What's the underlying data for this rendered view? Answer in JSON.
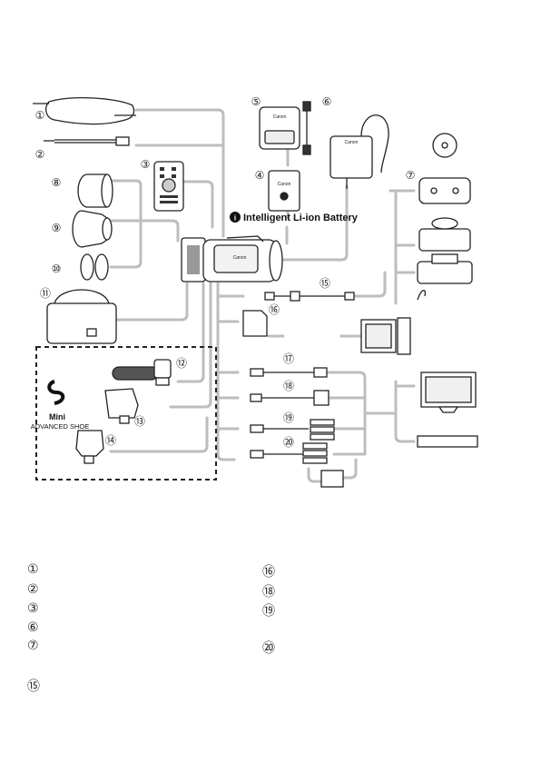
{
  "battery_label": "Intelligent Li-ion Battery",
  "mini_shoe": {
    "line1": "Mini",
    "line2": "ADVANCED SHOE"
  },
  "brand_text": "Canon",
  "callouts": {
    "c1": "①",
    "c2": "②",
    "c3": "③",
    "c4": "④",
    "c5": "⑤",
    "c6": "⑥",
    "c7": "⑦",
    "c8": "⑧",
    "c9": "⑨",
    "c10": "⑩",
    "c11": "⑪",
    "c12": "⑫",
    "c13": "⑬",
    "c14": "⑭",
    "c15": "⑮",
    "c16": "⑯",
    "c17": "⑰",
    "c18": "⑱",
    "c19": "⑲",
    "c20": "⑳"
  },
  "legend": {
    "left": [
      "①",
      "②",
      "③",
      "⑥",
      "⑦",
      "⑮"
    ],
    "right": [
      "⑯",
      "⑱",
      "⑲",
      "⑳"
    ]
  },
  "colors": {
    "connector": "#bdbdbd",
    "line": "#222222",
    "frame": "#222222"
  }
}
